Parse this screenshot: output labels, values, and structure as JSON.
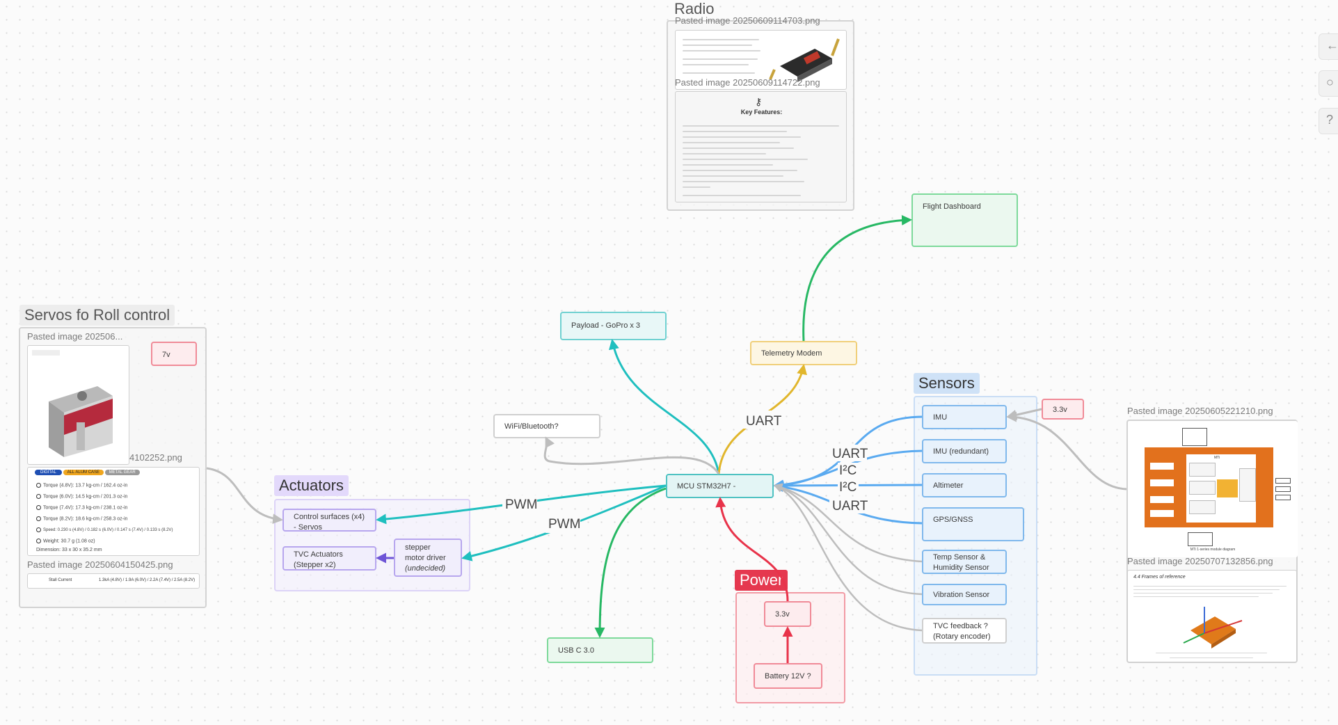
{
  "groups": {
    "actuators": "Actuators",
    "sensors": "Sensors",
    "power": "Power",
    "servos": "Servos fo Roll control",
    "radio": "Radio"
  },
  "nodes": {
    "mcu": "MCU STM32H7 -",
    "payload": "Payload - GoPro x 3",
    "telemetry": "Telemetry Modem",
    "flight_dashboard": "Flight Dashboard",
    "wifi": "WiFi/Bluetooth?",
    "usb": "USB C 3.0",
    "control_surfaces": [
      "Control surfaces (x4)",
      "- Servos"
    ],
    "tvc_actuators": [
      "TVC Actuators",
      "(Stepper x2)"
    ],
    "stepper_driver": [
      "stepper",
      "motor driver"
    ],
    "stepper_driver_note": "(undecided)",
    "imu": "IMU",
    "imu_redundant": "IMU (redundant)",
    "altimeter": "Altimeter",
    "gps": "GPS/GNSS",
    "temp_sensor": [
      "Temp Sensor &",
      "Humidity Sensor"
    ],
    "vibration": "Vibration Sensor",
    "tvc_feedback": [
      "TVC feedback ?",
      "(Rotary encoder)"
    ],
    "sensor_voltage": "3.3v",
    "power_33": "3.3v",
    "battery": "Battery 12V ?",
    "servo_voltage": "7v"
  },
  "wire_labels": {
    "uart_telemetry": "UART",
    "pwm_control": "PWM",
    "pwm_stepper": "PWM",
    "uart_sensor_1": "UART",
    "i2c_1": "I²C",
    "i2c_2": "I²C",
    "uart_sensor_2": "UART"
  },
  "images": {
    "radio_1": "Pasted image 20250609114703.png",
    "radio_2": "Pasted image 20250609114722.png",
    "radio_features_title": "Key Features:",
    "servo_1": "Pasted image 202506...",
    "servo_1_suffix": "4102252.png",
    "servo_2": "Pasted image 20250604150425.png",
    "imu_1": "Pasted image 20250605221210.png",
    "imu_2": "Pasted image 20250707132856.png",
    "imu_2_heading": "4.4 Frames of reference",
    "imu_1_caption": "MTi 1-series module diagram",
    "imu_1_center": "MTi"
  },
  "servo_specs": {
    "badges": [
      "DIGITAL",
      "ALL ALUM CASE",
      "METAL GEAR"
    ],
    "rows": [
      "Torque (4.8V): 13.7 kg-cm / 162.4 oz-in",
      "Torque (6.0V): 14.5 kg-cm / 201.3 oz-in",
      "Torque (7.4V): 17.3 kg-cm / 238.1 oz-in",
      "Torque (8.2V): 18.6 kg-cm / 258.3 oz-in",
      "Speed: 0.230 s (4.8V) / 0.182 s (6.0V) / 0.147 s (7.4V) / 0.133 s (8.2V)",
      "Weight: 30.7 g (1.08 oz)",
      "Dimension: 33 x 30 x 35.2 mm"
    ],
    "stall_label": "Stall Current",
    "stall_value": "1.3kA (4.8V) / 1.9A (6.0V) / 2.2A (7.4V) / 2.5A (8.2V)"
  },
  "colors": {
    "teal": "#1fbfbf",
    "green": "#27b864",
    "yellow": "#e1b62c",
    "purple": "#6e55d6",
    "blue": "#5aaaf0",
    "red": "#e8334a",
    "grey": "#bdbdbd"
  }
}
